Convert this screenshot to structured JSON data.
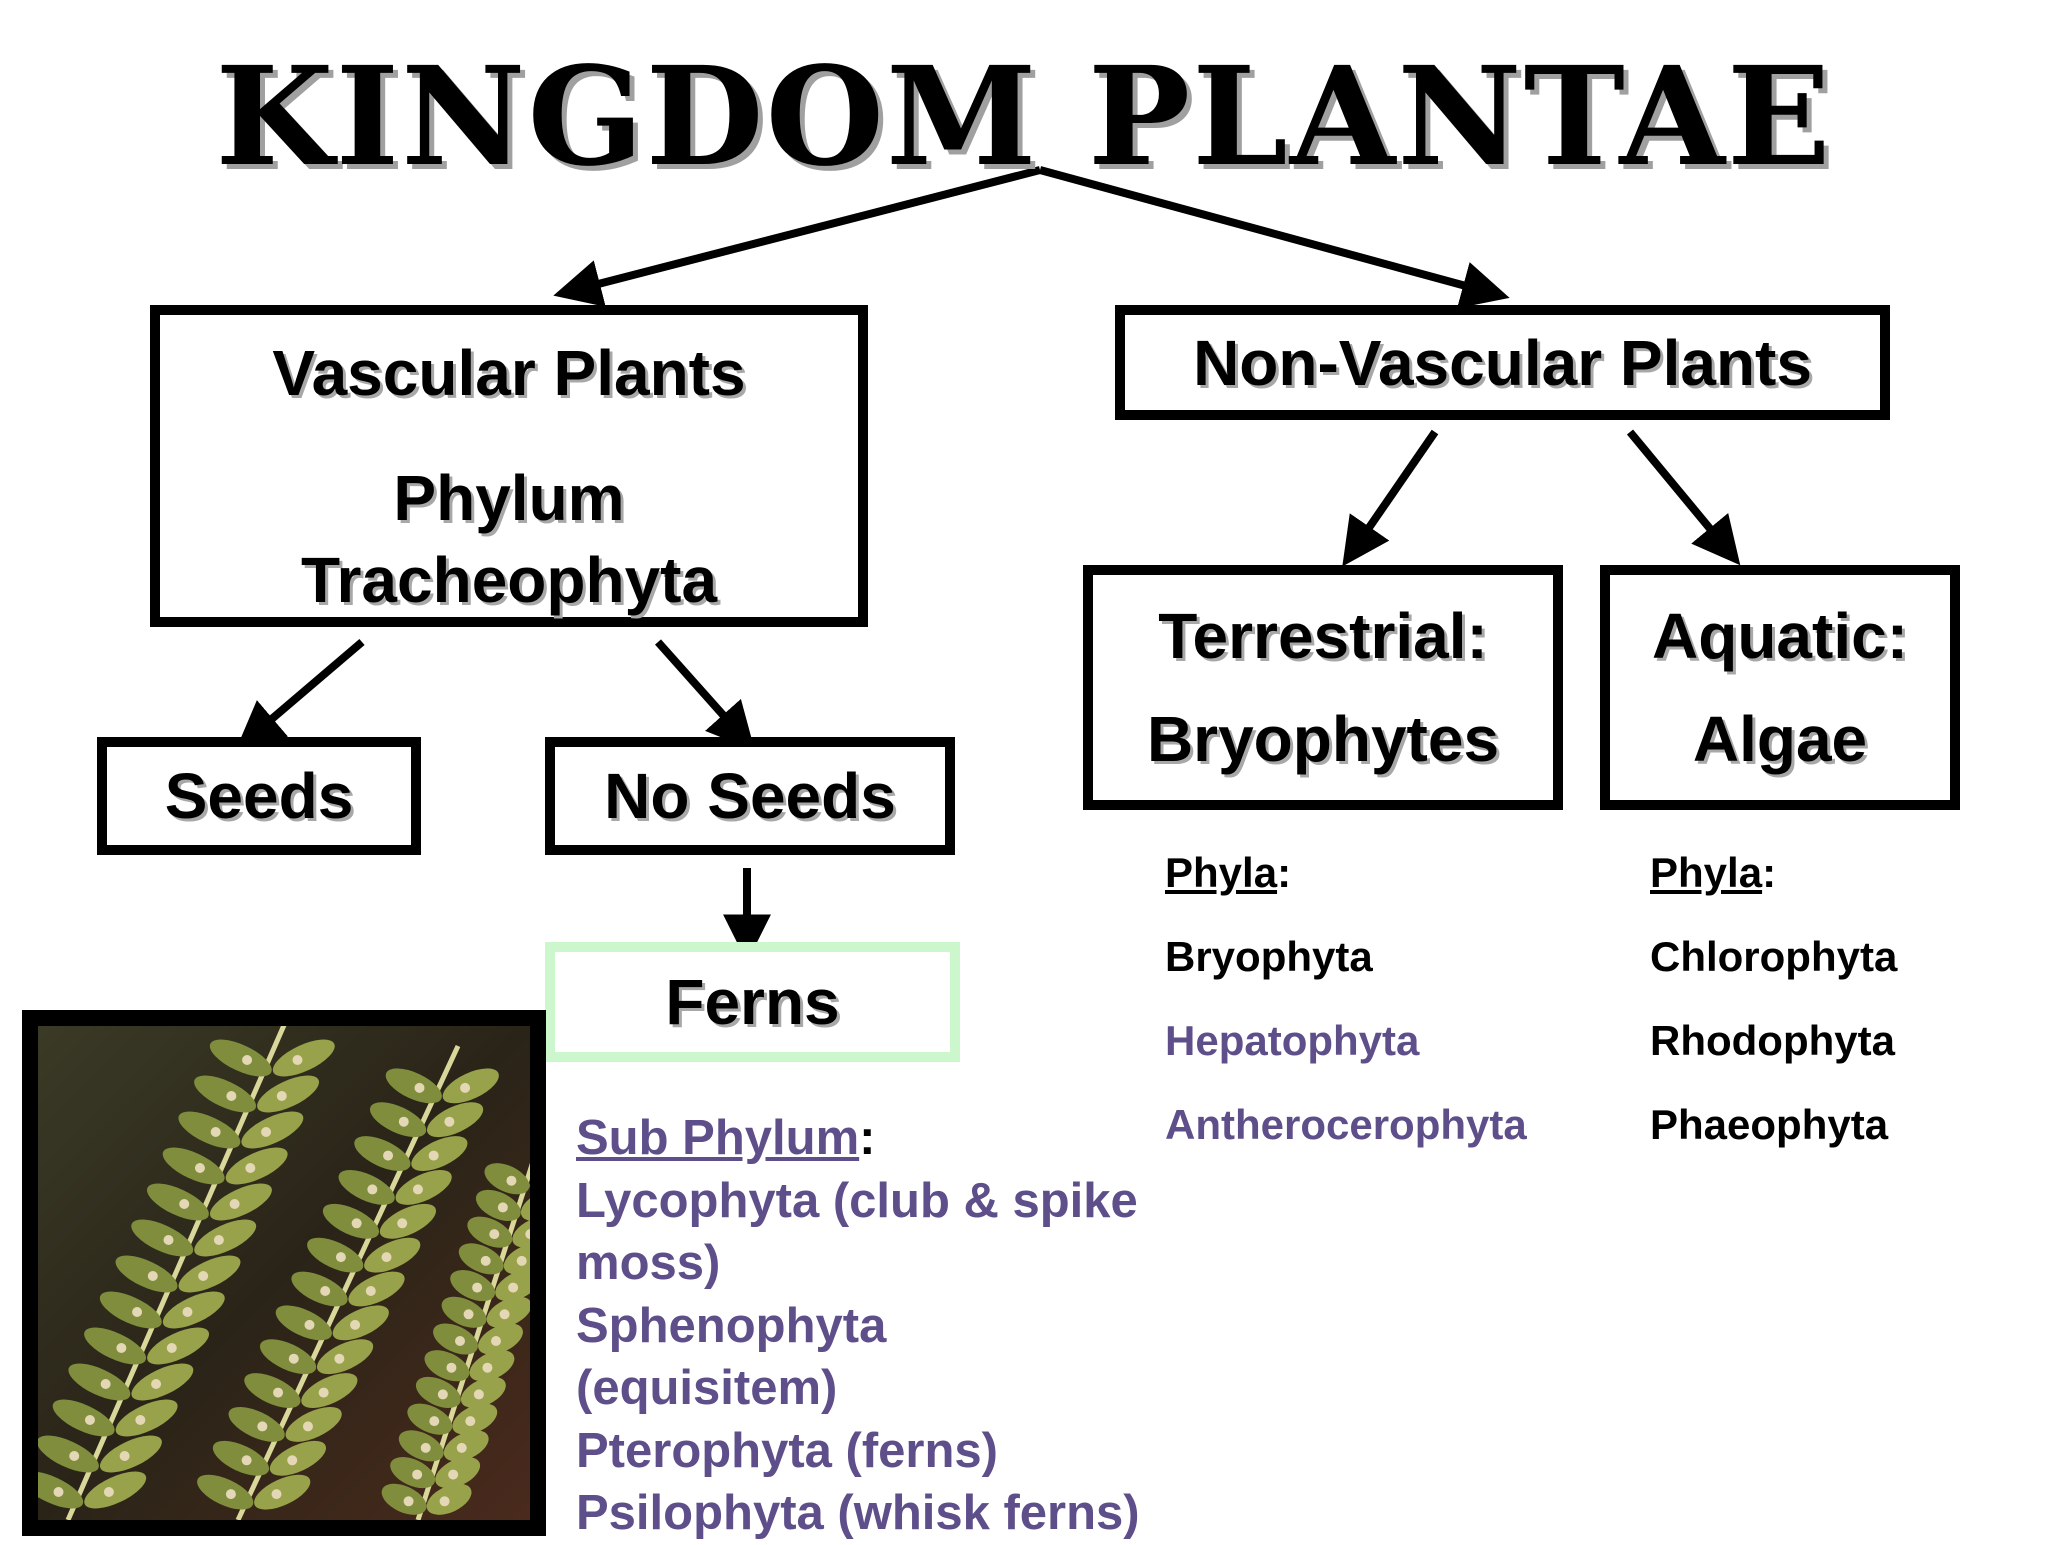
{
  "title": "KINGDOM PLANTAE",
  "vascular": {
    "line1": "Vascular Plants",
    "line2": "Phylum",
    "line3": "Tracheophyta"
  },
  "nonvascular": {
    "label": "Non-Vascular Plants"
  },
  "seeds": {
    "label": "Seeds"
  },
  "noseeds": {
    "label": "No Seeds"
  },
  "ferns": {
    "label": "Ferns"
  },
  "terrestrial": {
    "line1": "Terrestrial:",
    "line2": "Bryophytes",
    "phyla_heading": "Phyla",
    "phyla_colon": ":",
    "phyla": [
      "Bryophyta",
      "Hepatophyta",
      "Antherocerophyta"
    ]
  },
  "aquatic": {
    "line1": "Aquatic:",
    "line2": "Algae",
    "phyla_heading": "Phyla",
    "phyla_colon": ":",
    "phyla": [
      "Chlorophyta",
      "Rhodophyta",
      "Phaeophyta"
    ]
  },
  "subphylum": {
    "heading": "Sub Phylum",
    "colon": ":",
    "lines": [
      "Lycophyta (club & spike",
      "moss)",
      "Sphenophyta",
      "(equisitem)",
      "Pterophyta (ferns)",
      "Psilophyta (whisk ferns)"
    ]
  },
  "colors": {
    "text_purple": "#5e4f8a",
    "ferns_border": "#ccf7cc",
    "title_shadow": "#a0a0a0"
  },
  "image": {
    "subject": "fern-frond-photo"
  }
}
